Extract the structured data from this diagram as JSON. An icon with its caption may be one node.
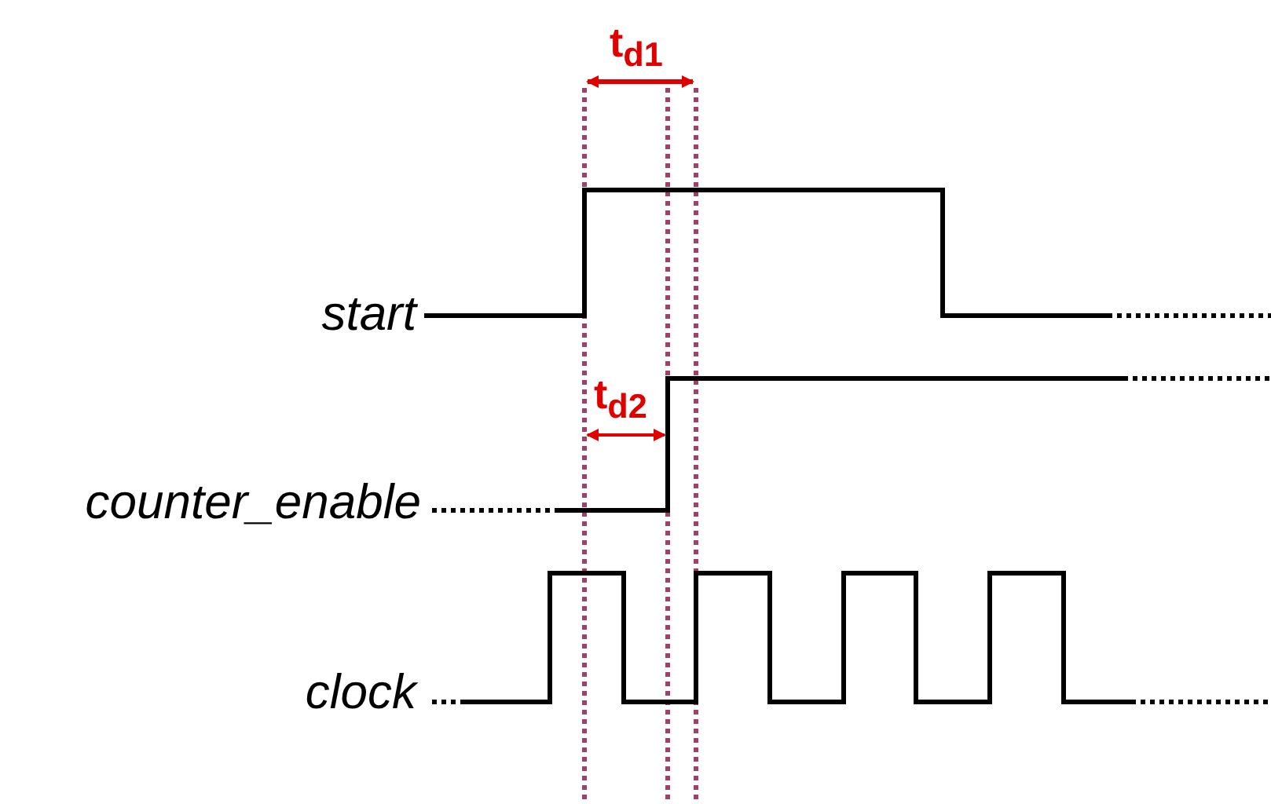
{
  "diagram": {
    "labels": [
      "t$_{d1}$",
      "start",
      "t$_{d2}$",
      "counter_enable",
      "clock"
    ]
  }
}
